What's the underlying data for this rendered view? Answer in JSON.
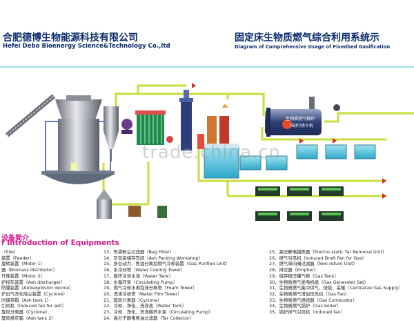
{
  "header": {
    "company_cn": "合肥德博生物能源科技有限公司",
    "company_en": "Hefei Debo Bioenergy  Science&Technology Co.,ltd",
    "title_cn": "固定床生物质燃气综合利用系统示",
    "title_en": "Diagram of Comprehensive Usage of Fixedbed Gasification"
  },
  "diagram": {
    "boiler_label_line1": "生物质燃气锅炉",
    "boiler_label_line2": "/窑炉/烘干机",
    "watermark": "trade.china.cn"
  },
  "section": {
    "title_cn": "设备简介",
    "title_en": "f Introduction of Equipments"
  },
  "equipment": {
    "col1": [
      "（Silo）",
      "装置（Feeder）",
      "旋转装置（Motor 1）",
      "器（Biomass distributor）",
      "升降装置（Motor 2）",
      "炉排灰装置（Ash discharger）",
      "防爆装置（Antiexplosion device）",
      "炉出气净化除尘装置（Cyclone）",
      "时储存箱（Ash tank 1）",
      "引风机（Induced fan for ash）",
      "旋风分离器（Cyclone）",
      "旋风排灰箱（Ash tank 2）"
    ],
    "col2": [
      "13、布袋粉尘过滤器（Bag Filter）",
      "14、灰包装储存车间（Ash Packing Workshop）",
      "15、多台动力、焦油分离及燃气冷却装置（Gas Purified Unit）",
      "16、水冷却塔（Water Cooling Tower）",
      "17、循环冷却水池（Water Tank）",
      "18、水循环泵（Circulating Pump）",
      "19、燃气冷却水淋泡沫分离塔（Foam Tower）",
      "20、洗涤冷却塔（Water Film Tower）",
      "21、旋风分离器（Cyclone）",
      "22、冷却、净化、洗涤池（Water Tank）",
      "23、冷却、净化、洗涤循环水泵（Circulating Pump）",
      "24、高分子静电焦油过滤器（Tar Collector）"
    ],
    "col3": [
      "25、高压静电捕焦器（Electro-static Tar Removal Unit）",
      "26、燃气引风机（Induced Draft Fan for Gas）",
      "27、燃气单向阀过滤器（Non-return Unit）",
      "28、排空器（Emptier）",
      "29、储存稳压罐气柜（Gas Tank）",
      "30、生物质燃气发电机组（Gas Generator Set）",
      "31、生物质燃气集中供气、烧饭、采暖（Centralize Gas Supply）",
      "32、生物质燃气增加压风机（Gas Fan）",
      "33、生物质燃气燃烧器（Gas Combustor）",
      "34、生物质燃气锅炉（Gas boiler）",
      "35、锅炉排气引风机（Induced fan）"
    ]
  }
}
